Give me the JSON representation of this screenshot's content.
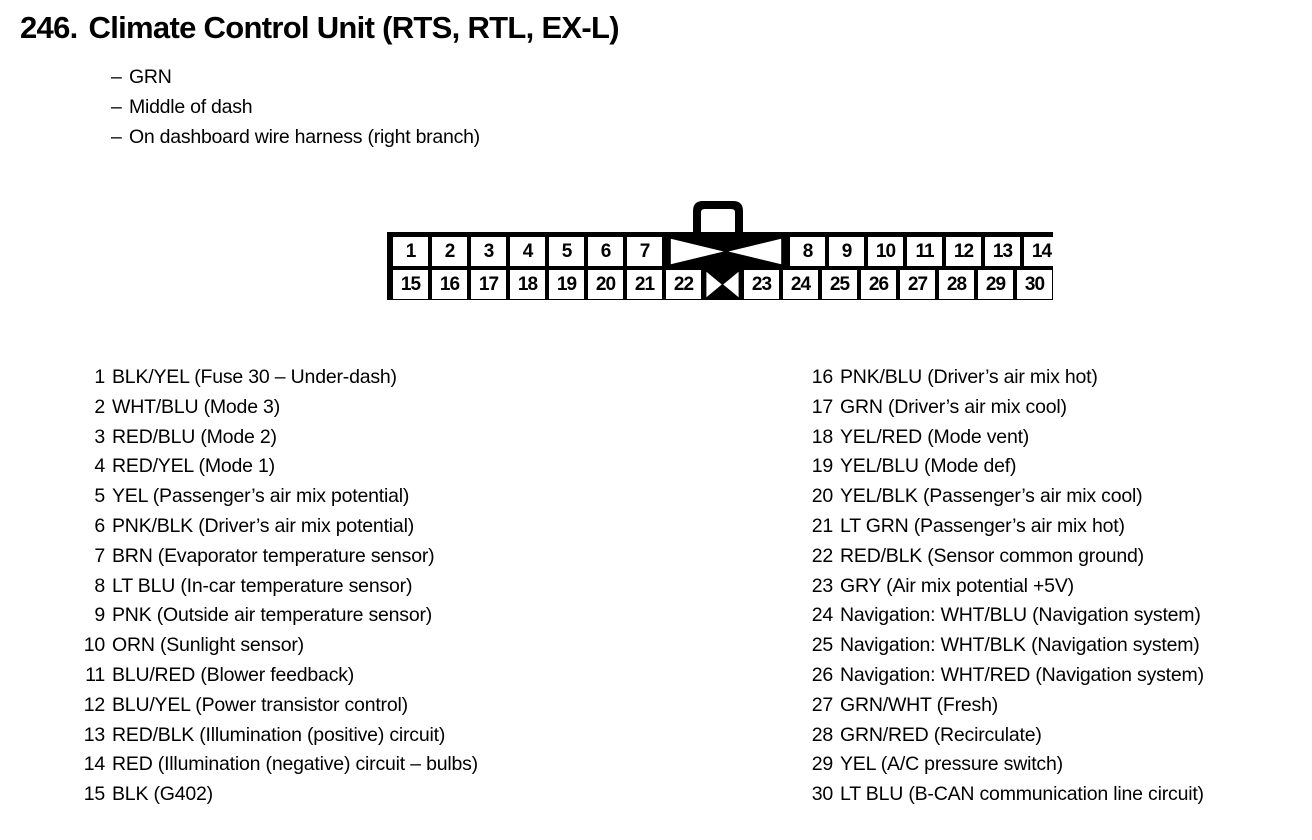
{
  "header": {
    "number": "246.",
    "title": "Climate Control Unit (RTS, RTL, EX-L)",
    "subtitles": [
      "GRN",
      "Middle of dash",
      "On dashboard wire harness (right branch)"
    ],
    "dash": "–"
  },
  "connector": {
    "top_row": [
      "1",
      "2",
      "3",
      "4",
      "5",
      "6",
      "7",
      "BLANK_WIDE",
      "8",
      "9",
      "10",
      "11",
      "12",
      "13",
      "14"
    ],
    "bottom_row": [
      "15",
      "16",
      "17",
      "18",
      "19",
      "20",
      "21",
      "22",
      "BLANK_NARROW",
      "23",
      "24",
      "25",
      "26",
      "27",
      "28",
      "29",
      "30"
    ],
    "latch_name": "connector-locking-tab",
    "frame_color": "#000000",
    "cavity_color": "#ffffff"
  },
  "pins_left": [
    {
      "num": "1",
      "desc": "BLK/YEL (Fuse 30 – Under-dash)"
    },
    {
      "num": "2",
      "desc": "WHT/BLU (Mode 3)"
    },
    {
      "num": "3",
      "desc": "RED/BLU (Mode 2)"
    },
    {
      "num": "4",
      "desc": "RED/YEL (Mode 1)"
    },
    {
      "num": "5",
      "desc": "YEL (Passenger’s air mix potential)"
    },
    {
      "num": "6",
      "desc": "PNK/BLK (Driver’s air mix potential)"
    },
    {
      "num": "7",
      "desc": "BRN (Evaporator temperature sensor)"
    },
    {
      "num": "8",
      "desc": "LT BLU (In-car temperature sensor)"
    },
    {
      "num": "9",
      "desc": "PNK (Outside air temperature sensor)"
    },
    {
      "num": "10",
      "desc": "ORN (Sunlight sensor)"
    },
    {
      "num": "11",
      "desc": "BLU/RED (Blower feedback)"
    },
    {
      "num": "12",
      "desc": "BLU/YEL (Power transistor control)"
    },
    {
      "num": "13",
      "desc": "RED/BLK (Illumination (positive) circuit)"
    },
    {
      "num": "14",
      "desc": "RED (Illumination (negative) circuit – bulbs)"
    },
    {
      "num": "15",
      "desc": "BLK (G402)"
    }
  ],
  "pins_right": [
    {
      "num": "16",
      "desc": "PNK/BLU (Driver’s air mix hot)"
    },
    {
      "num": "17",
      "desc": "GRN (Driver’s air mix cool)"
    },
    {
      "num": "18",
      "desc": "YEL/RED (Mode vent)"
    },
    {
      "num": "19",
      "desc": "YEL/BLU (Mode def)"
    },
    {
      "num": "20",
      "desc": "YEL/BLK (Passenger’s air mix cool)"
    },
    {
      "num": "21",
      "desc": "LT GRN (Passenger’s air mix hot)"
    },
    {
      "num": "22",
      "desc": "RED/BLK (Sensor common ground)"
    },
    {
      "num": "23",
      "desc": "GRY (Air mix potential +5V)"
    },
    {
      "num": "24",
      "desc": "Navigation: WHT/BLU (Navigation system)"
    },
    {
      "num": "25",
      "desc": "Navigation: WHT/BLK (Navigation system)"
    },
    {
      "num": "26",
      "desc": "Navigation: WHT/RED (Navigation system)"
    },
    {
      "num": "27",
      "desc": "GRN/WHT (Fresh)"
    },
    {
      "num": "28",
      "desc": "GRN/RED (Recirculate)"
    },
    {
      "num": "29",
      "desc": "YEL (A/C pressure switch)"
    },
    {
      "num": "30",
      "desc": "LT BLU (B-CAN communication line circuit)"
    }
  ]
}
